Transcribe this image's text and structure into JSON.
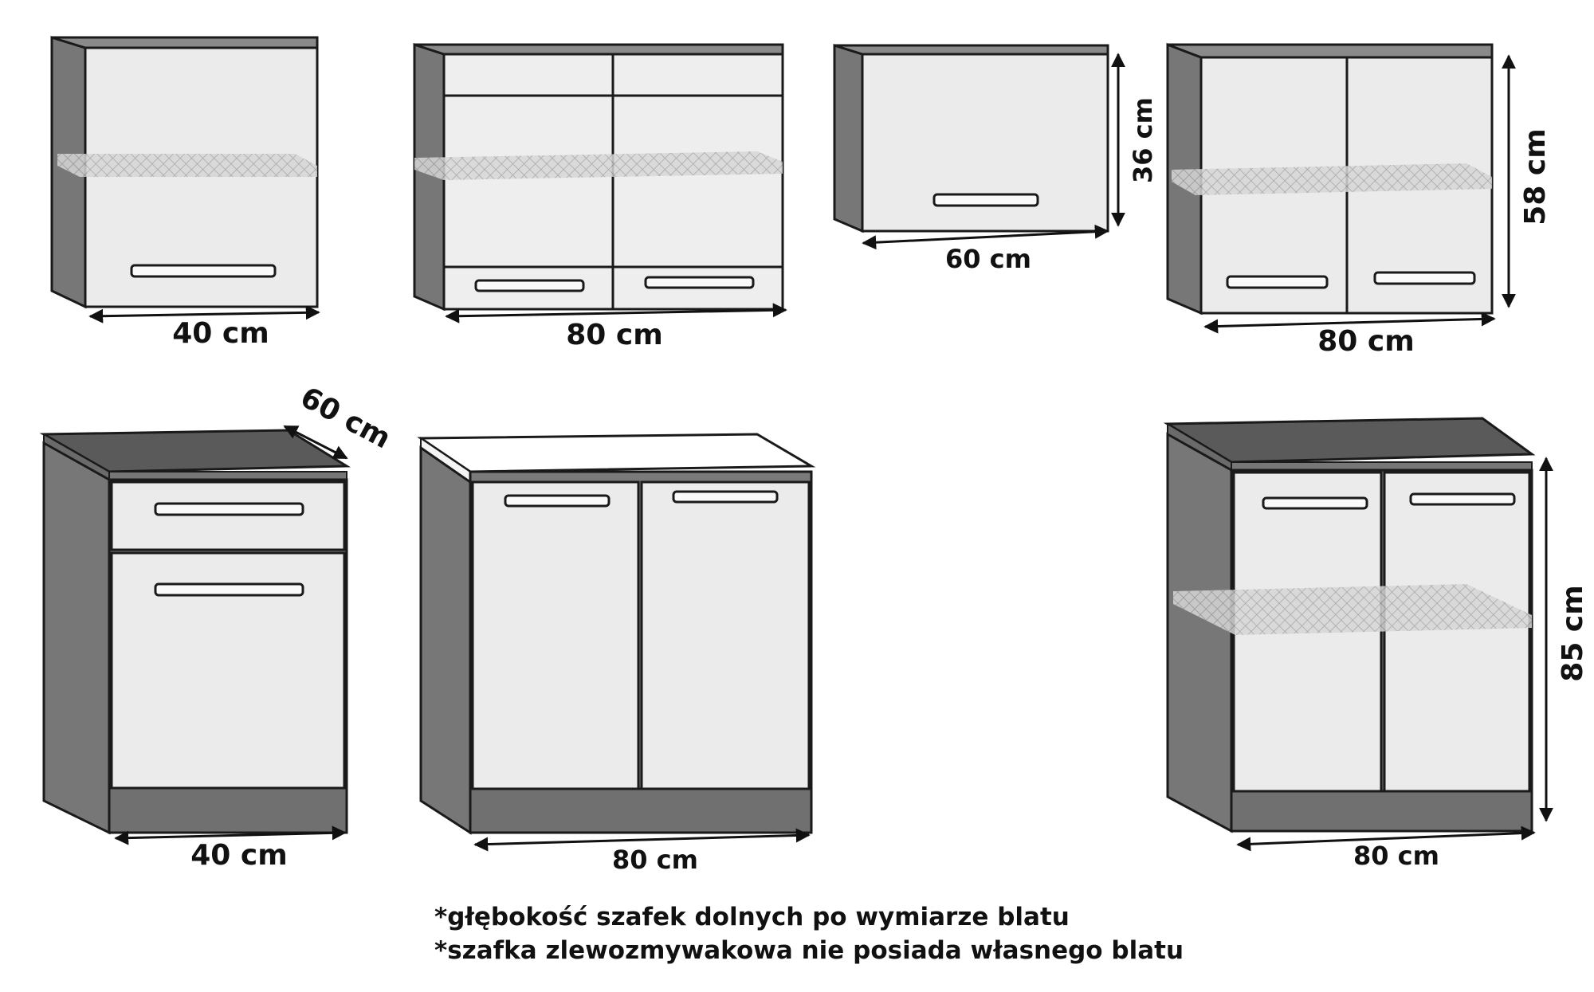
{
  "upper_cabinets": [
    {
      "id": "wall-40",
      "width_label": "40 cm",
      "doors": 1,
      "has_shelf": true
    },
    {
      "id": "wall-80-glass",
      "width_label": "80 cm",
      "doors": 2,
      "has_shelf": true
    },
    {
      "id": "wall-60-flap",
      "width_label": "60 cm",
      "height_label": "36 cm",
      "doors": 1,
      "has_shelf": false
    },
    {
      "id": "wall-80",
      "width_label": "80 cm",
      "height_label": "58 cm",
      "doors": 2,
      "has_shelf": true
    }
  ],
  "lower_cabinets": [
    {
      "id": "base-40-drawer",
      "width_label": "40 cm",
      "depth_label": "60 cm",
      "drawers": 1,
      "doors": 1
    },
    {
      "id": "base-80-sink",
      "width_label": "80 cm",
      "doors": 2,
      "worktop": false
    },
    {
      "id": "base-80",
      "width_label": "80 cm",
      "height_label": "85 cm",
      "doors": 2,
      "has_shelf": true
    }
  ],
  "notes": [
    "*głębokość szafek dolnych po wymiarze blatu",
    "*szafka zlewozmywakowa nie posiada własnego blatu"
  ],
  "colors": {
    "body": "#757575",
    "front": "#e9e9e9",
    "top": "#555555",
    "outline": "#1a1a1a"
  }
}
